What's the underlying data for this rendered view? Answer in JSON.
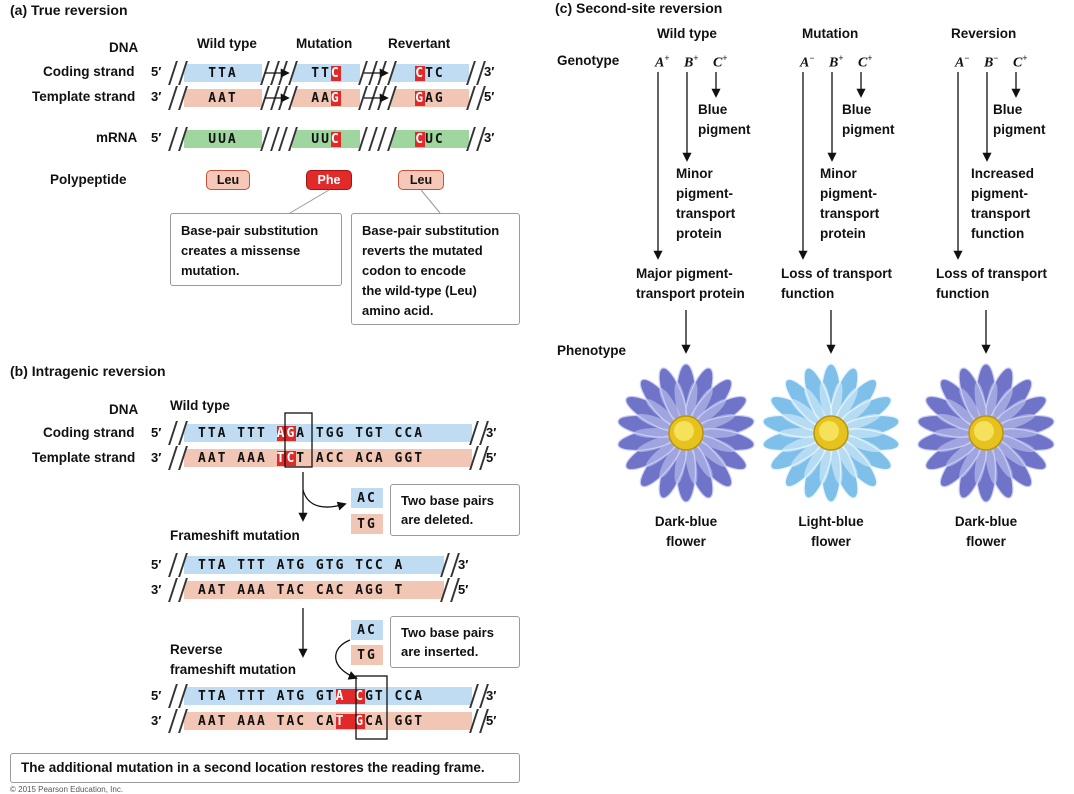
{
  "panel_a": {
    "title": "True reversion",
    "tag": "(a)",
    "dna_label": "DNA",
    "coding_label": "Coding strand",
    "template_label": "Template strand",
    "mrna_label": "mRNA",
    "polypeptide_label": "Polypeptide",
    "col_wild": "Wild type",
    "col_mut": "Mutation",
    "col_rev": "Revertant",
    "five": "5′",
    "three": "3′",
    "coding": [
      "TTA",
      "TT",
      "C",
      "C",
      "TC"
    ],
    "template": [
      "AAT",
      "AA",
      "G",
      "G",
      "AG"
    ],
    "mrna": [
      "UUA",
      "UU",
      "C",
      "C",
      "UC"
    ],
    "aa": [
      "Leu",
      "Phe",
      "Leu"
    ],
    "note1": [
      "Base-pair substitution",
      "creates a missense",
      "mutation."
    ],
    "note2": [
      "Base-pair substitution",
      "reverts the mutated",
      "codon to encode",
      "the wild-type (Leu)",
      "amino acid."
    ]
  },
  "panel_b": {
    "title": "Intragenic reversion",
    "tag": "(b)",
    "dna_label": "DNA",
    "wild_label": "Wild type",
    "coding_label": "Coding strand",
    "template_label": "Template strand",
    "five": "5′",
    "three": "3′",
    "wt_coding": [
      "TTA TTT ",
      "AG",
      "A TGG TGT CCA "
    ],
    "wt_template": [
      "AAT AAA ",
      "TC",
      "T ACC ACA GGT "
    ],
    "del_top": "AC",
    "del_bot": "TG",
    "del_note": [
      "Two base pairs",
      "are deleted."
    ],
    "frameshift_label": "Frameshift  mutation",
    "fs_coding": "TTA TTT ATG GTG TCC A ",
    "fs_template": "AAT AAA TAC CAC AGG T ",
    "ins_top": "AC",
    "ins_bot": "TG",
    "ins_note": [
      "Two base pairs",
      "are inserted."
    ],
    "reverse_label": [
      "Reverse",
      "frameshift mutation"
    ],
    "rv_coding": [
      "TTA TTT ATG GT",
      "A C",
      "GT CCA "
    ],
    "rv_template": [
      "AAT AAA TAC CA",
      "T G",
      "CA GGT "
    ],
    "footer": "The additional mutation in a second location restores the reading frame."
  },
  "panel_c": {
    "title": "Second-site reversion",
    "tag": "(c)",
    "genotype_label": "Genotype",
    "phenotype_label": "Phenotype",
    "columns": [
      {
        "header": "Wild type",
        "genes": [
          {
            "g": "A",
            "s": "+"
          },
          {
            "g": "B",
            "s": "+"
          },
          {
            "g": "C",
            "s": "+"
          }
        ],
        "c_result": [
          "Blue",
          "pigment"
        ],
        "b_result": [
          "Minor",
          "pigment-",
          "transport",
          "protein"
        ],
        "a_result": [
          "Major pigment-",
          "transport protein"
        ],
        "flower": [
          "Dark-blue",
          "flower"
        ],
        "petal_color": "#6f74c9",
        "petal_light": "#c9cdf2"
      },
      {
        "header": "Mutation",
        "genes": [
          {
            "g": "A",
            "s": "−"
          },
          {
            "g": "B",
            "s": "+"
          },
          {
            "g": "C",
            "s": "+"
          }
        ],
        "c_result": [
          "Blue",
          "pigment"
        ],
        "b_result": [
          "Minor",
          "pigment-",
          "transport",
          "protein"
        ],
        "a_result": [
          "Loss of transport",
          "function"
        ],
        "flower": [
          "Light-blue",
          "flower"
        ],
        "petal_color": "#7fc0ea",
        "petal_light": "#e4f3fc"
      },
      {
        "header": "Reversion",
        "genes": [
          {
            "g": "A",
            "s": "−"
          },
          {
            "g": "B",
            "s": "−"
          },
          {
            "g": "C",
            "s": "+"
          }
        ],
        "c_result": [
          "Blue",
          "pigment"
        ],
        "b_result": [
          "Increased",
          "pigment-",
          "transport",
          "function"
        ],
        "a_result": [
          "Loss of transport",
          "function"
        ],
        "flower": [
          "Dark-blue",
          "flower"
        ],
        "petal_color": "#6f74c9",
        "petal_light": "#c9cdf2"
      }
    ]
  },
  "copyright": "© 2015 Pearson Education, Inc."
}
